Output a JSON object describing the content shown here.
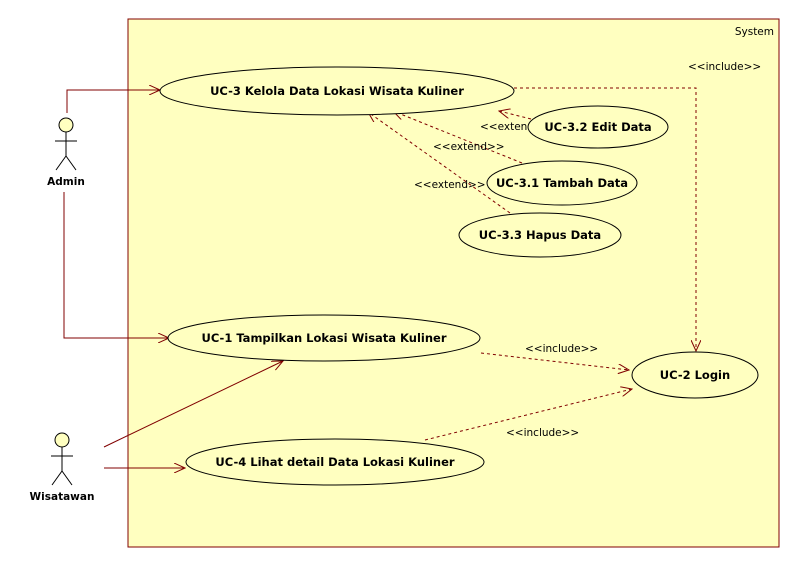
{
  "system": {
    "label": "System",
    "fill": "#ffffc0",
    "border": "#800000"
  },
  "colors": {
    "association": "#800000",
    "dependency": "#800000",
    "usecase_fill": "#ffffc0",
    "actor_fill": "#ffffc0"
  },
  "actors": {
    "admin": "Admin",
    "wisatawan": "Wisatawan"
  },
  "use_cases": {
    "uc3": "UC-3 Kelola Data Lokasi Wisata Kuliner",
    "uc32": "UC-3.2 Edit Data",
    "uc31": "UC-3.1 Tambah Data",
    "uc33": "UC-3.3 Hapus Data",
    "uc1": "UC-1 Tampilkan Lokasi Wisata Kuliner",
    "uc2": "UC-2 Login",
    "uc4": "UC-4 Lihat detail Data Lokasi Kuliner"
  },
  "relations": {
    "include_uc3": "<<include>>",
    "include_uc1": "<<include>>",
    "include_uc4": "<<include>>",
    "extend_uc32": "<<extend>>",
    "extend_uc31": "<<extend>>",
    "extend_uc33": "<<extend>>"
  }
}
